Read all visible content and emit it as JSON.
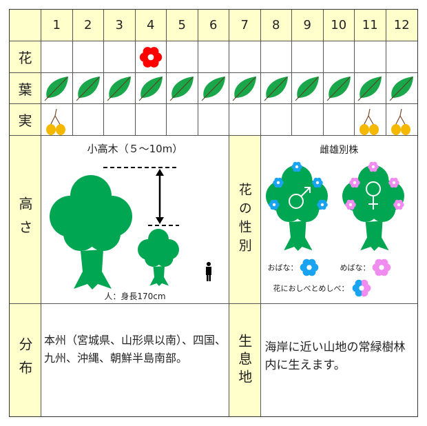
{
  "months": [
    "1",
    "2",
    "3",
    "4",
    "5",
    "6",
    "7",
    "8",
    "9",
    "10",
    "11",
    "12"
  ],
  "rows": {
    "flower": {
      "label": "花",
      "months": [
        4
      ]
    },
    "leaf": {
      "label": "葉",
      "months": [
        1,
        2,
        3,
        4,
        5,
        6,
        7,
        8,
        9,
        10,
        11,
        12
      ]
    },
    "fruit": {
      "label": "実",
      "months": [
        1,
        11,
        12
      ]
    }
  },
  "height": {
    "label": "高さ",
    "title": "小高木（５～10m）",
    "person_caption": "人：身長170cm"
  },
  "sex": {
    "label": "花の性別",
    "title": "雌雄別株",
    "male_label": "おばな：",
    "female_label": "めばな：",
    "both_label": "花におしべとめしべ："
  },
  "distribution": {
    "label": "分布",
    "text": "本州（宮城県、山形県以南）、四国、九州、沖縄、朝鮮半島南部。"
  },
  "habitat": {
    "label": "生息地",
    "text": "海岸に近い山地の常緑樹林内に生えます。"
  },
  "colors": {
    "flower": "#ff0000",
    "leaf": "#1aa64b",
    "fruit": "#f5b800",
    "tree": "#00a651",
    "male": "#1aa3f0",
    "female": "#f08cf0",
    "header": "#ffffcc"
  }
}
